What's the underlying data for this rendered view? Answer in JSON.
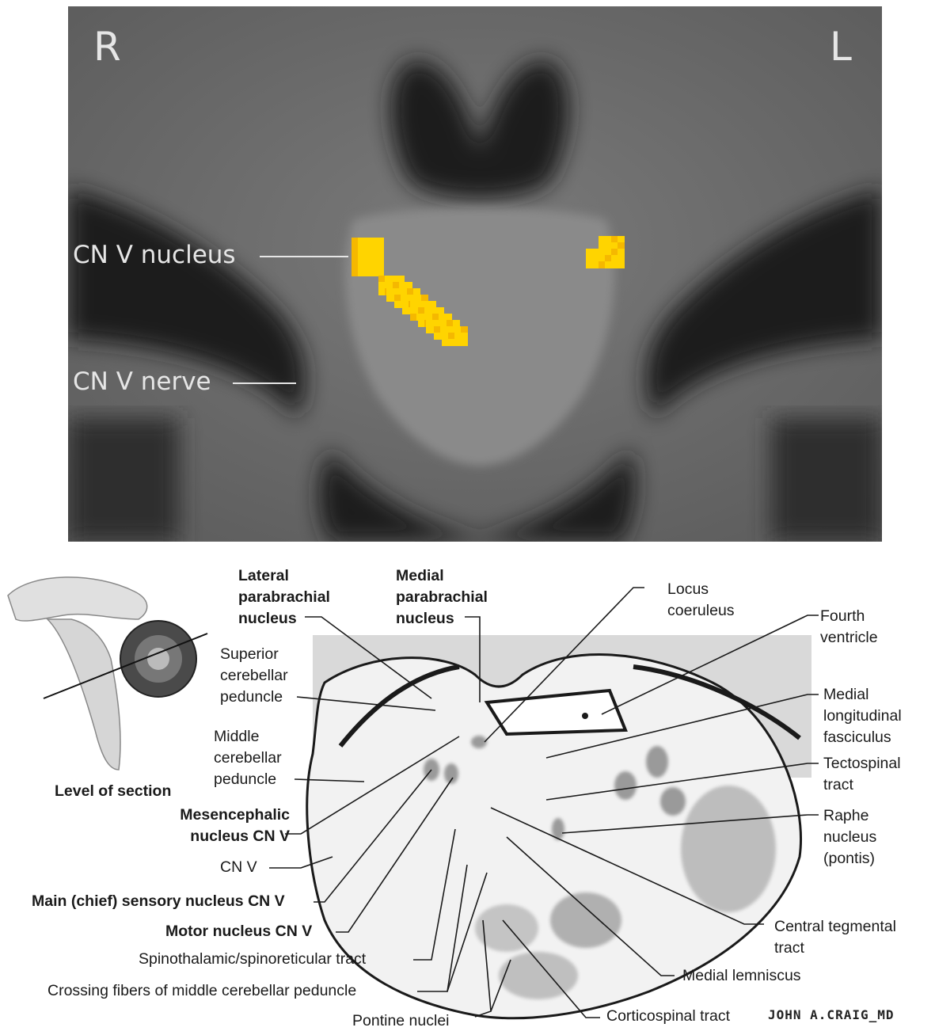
{
  "mri": {
    "right_marker": "R",
    "left_marker": "L",
    "labels": {
      "cn_v_nucleus": "CN V nucleus",
      "cn_v_nerve": "CN V nerve"
    },
    "activation_color": "#ffd400"
  },
  "diagram": {
    "inset_caption": "Level of section",
    "labels": {
      "lateral_parabrachial": [
        "Lateral",
        "parabrachial",
        "nucleus"
      ],
      "medial_parabrachial": [
        "Medial",
        "parabrachial",
        "nucleus"
      ],
      "locus_coeruleus": [
        "Locus",
        "coeruleus"
      ],
      "fourth_ventricle": [
        "Fourth",
        "ventricle"
      ],
      "superior_cerebellar_peduncle": [
        "Superior",
        "cerebellar",
        "peduncle"
      ],
      "middle_cerebellar_peduncle": [
        "Middle",
        "cerebellar",
        "peduncle"
      ],
      "medial_longitudinal_fasciculus": [
        "Medial",
        "longitudinal",
        "fasciculus"
      ],
      "tectospinal_tract": [
        "Tectospinal",
        "tract"
      ],
      "mesencephalic_nucleus": [
        "Mesencephalic",
        "nucleus CN V"
      ],
      "raphe_nucleus": [
        "Raphe",
        "nucleus",
        "(pontis)"
      ],
      "cn_v": "CN V",
      "main_sensory_nucleus": "Main (chief) sensory nucleus CN V",
      "motor_nucleus": "Motor nucleus CN V",
      "central_tegmental_tract": [
        "Central tegmental",
        "tract"
      ],
      "spinothalamic_tract": "Spinothalamic/spinoreticular tract",
      "medial_lemniscus": "Medial lemniscus",
      "crossing_fibers": "Crossing fibers of middle cerebellar peduncle",
      "pontine_nuclei": "Pontine nuclei",
      "corticospinal_tract": "Corticospinal tract"
    },
    "signature": "JOHN A.CRAIG_MD"
  }
}
